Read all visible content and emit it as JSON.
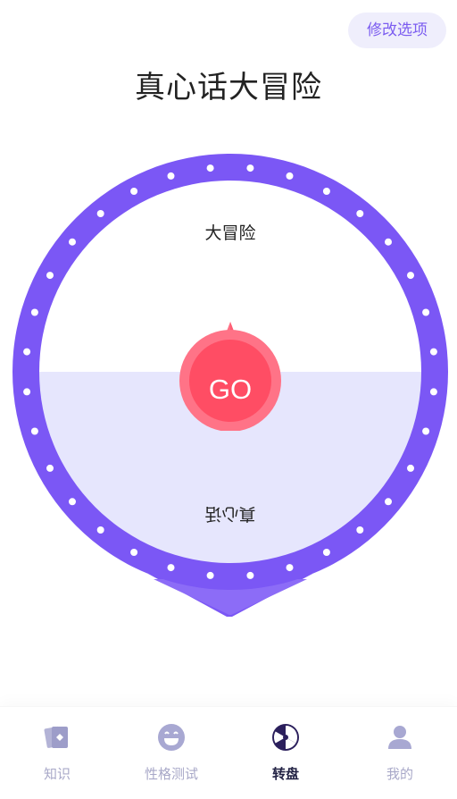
{
  "header": {
    "title": "真心话大冒险",
    "options_button_label": "修改选项"
  },
  "wheel": {
    "segments": [
      {
        "label": "大冒险",
        "color": "#ffffff"
      },
      {
        "label": "真心话",
        "color": "#e6e6fd"
      }
    ],
    "ring_color": "#7b57f5",
    "spin_button_label": "GO",
    "spin_button_color": "#ff4d64"
  },
  "tabbar": {
    "tabs": [
      {
        "label": "知识",
        "icon": "cards-icon",
        "active": false
      },
      {
        "label": "性格测试",
        "icon": "smiley-icon",
        "active": false
      },
      {
        "label": "转盘",
        "icon": "wheel-icon",
        "active": true
      },
      {
        "label": "我的",
        "icon": "person-icon",
        "active": false
      }
    ]
  }
}
